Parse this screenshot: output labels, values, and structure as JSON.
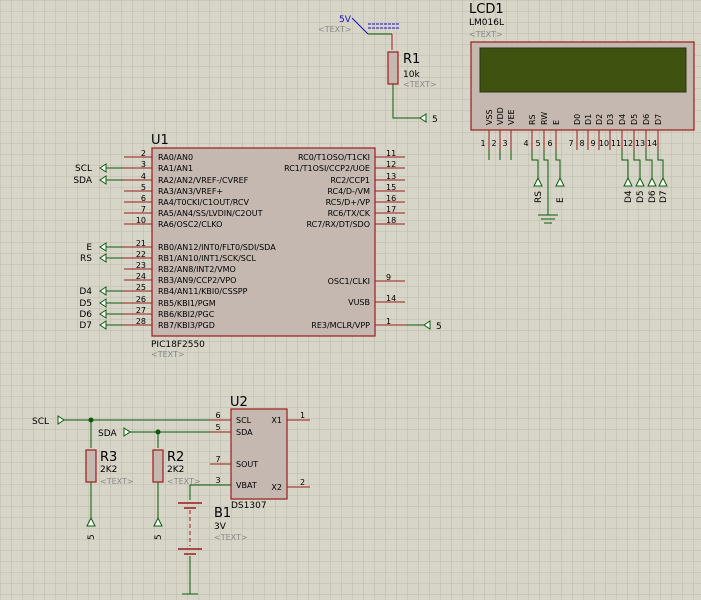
{
  "u1": {
    "ref": "U1",
    "part": "PIC18F2550",
    "text": "<TEXT>",
    "left_pins": [
      {
        "n": "2",
        "name": "RA0/AN0"
      },
      {
        "n": "3",
        "name": "RA1/AN1"
      },
      {
        "n": "4",
        "name": "RA2/AN2/VREF-/CVREF"
      },
      {
        "n": "5",
        "name": "RA3/AN3/VREF+"
      },
      {
        "n": "6",
        "name": "RA4/T0CKI/C1OUT/RCV"
      },
      {
        "n": "7",
        "name": "RA5/AN4/SS/LVDIN/C2OUT"
      },
      {
        "n": "10",
        "name": "RA6/OSC2/CLKO"
      },
      {
        "n": "21",
        "name": "RB0/AN12/INT0/FLT0/SDI/SDA"
      },
      {
        "n": "22",
        "name": "RB1/AN10/INT1/SCK/SCL"
      },
      {
        "n": "23",
        "name": "RB2/AN8/INT2/VMO"
      },
      {
        "n": "24",
        "name": "RB3/AN9/CCP2/VPO"
      },
      {
        "n": "25",
        "name": "RB4/AN11/KBI0/CSSPP"
      },
      {
        "n": "26",
        "name": "RB5/KBI1/PGM"
      },
      {
        "n": "27",
        "name": "RB6/KBI2/PGC"
      },
      {
        "n": "28",
        "name": "RB7/KBI3/PGD"
      }
    ],
    "right_pins": [
      {
        "n": "11",
        "name": "RC0/T1OSO/T1CKI"
      },
      {
        "n": "12",
        "name": "RC1/T1OSI/CCP2/UOE"
      },
      {
        "n": "13",
        "name": "RC2/CCP1"
      },
      {
        "n": "15",
        "name": "RC4/D-/VM"
      },
      {
        "n": "16",
        "name": "RC5/D+/VP"
      },
      {
        "n": "17",
        "name": "RC6/TX/CK"
      },
      {
        "n": "18",
        "name": "RC7/RX/DT/SDO"
      },
      {
        "n": "9",
        "name": "OSC1/CLKI"
      },
      {
        "n": "14",
        "name": "VUSB"
      },
      {
        "n": "1",
        "name": "RE3/MCLR/VPP"
      }
    ]
  },
  "u1_terminals": {
    "scl": "SCL",
    "sda": "SDA",
    "e": "E",
    "rs": "RS",
    "d4": "D4",
    "d5": "D5",
    "d6": "D6",
    "d7": "D7",
    "mclr": "5"
  },
  "power": {
    "label": "5V",
    "text": "<TEXT>"
  },
  "r1": {
    "ref": "R1",
    "value": "10k",
    "text": "<TEXT>",
    "out": "5"
  },
  "lcd": {
    "ref": "LCD1",
    "part": "LM016L",
    "text": "<TEXT>",
    "pin_names": [
      "VSS",
      "VDD",
      "VEE",
      "RS",
      "RW",
      "E",
      "D0",
      "D1",
      "D2",
      "D3",
      "D4",
      "D5",
      "D6",
      "D7"
    ],
    "pin_nums": [
      "1",
      "2",
      "3",
      "4",
      "5",
      "6",
      "7",
      "8",
      "9",
      "10",
      "11",
      "12",
      "13",
      "14"
    ],
    "bus": [
      "RS",
      "E",
      "D4",
      "D5",
      "D6",
      "D7"
    ]
  },
  "u2": {
    "ref": "U2",
    "part": "DS1307",
    "text": "<TEXT>",
    "pins": [
      {
        "n": "6",
        "name": "SCL"
      },
      {
        "n": "5",
        "name": "SDA"
      },
      {
        "n": "7",
        "name": "SOUT"
      },
      {
        "n": "3",
        "name": "VBAT"
      }
    ],
    "rpins": [
      {
        "n": "1",
        "name": "X1"
      },
      {
        "n": "2",
        "name": "X2"
      }
    ],
    "scl": "SCL",
    "sda": "SDA"
  },
  "r3": {
    "ref": "R3",
    "value": "2K2",
    "text": "<TEXT>",
    "rail": "5"
  },
  "r2": {
    "ref": "R2",
    "value": "2K2",
    "text": "<TEXT>",
    "rail": "5"
  },
  "b1": {
    "ref": "B1",
    "value": "3V",
    "text": "<TEXT>"
  }
}
